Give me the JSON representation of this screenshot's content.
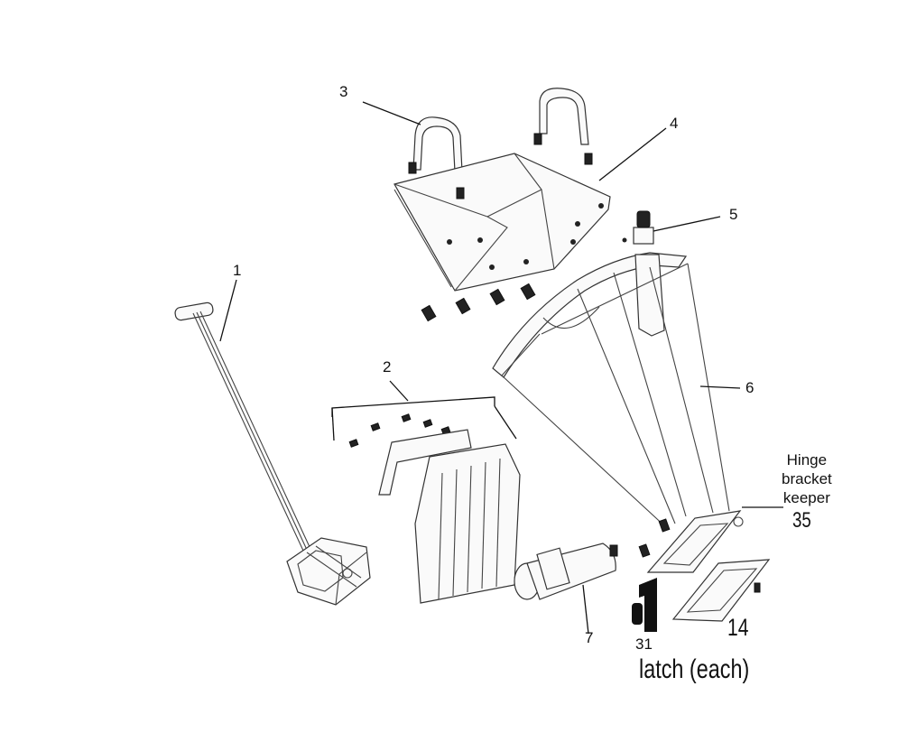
{
  "diagram": {
    "callouts": [
      {
        "id": "1",
        "text": "1"
      },
      {
        "id": "2",
        "text": "2"
      },
      {
        "id": "3",
        "text": "3"
      },
      {
        "id": "4",
        "text": "4"
      },
      {
        "id": "5",
        "text": "5"
      },
      {
        "id": "6",
        "text": "6"
      },
      {
        "id": "7",
        "text": "7"
      },
      {
        "id": "14",
        "text": "14"
      },
      {
        "id": "31",
        "text": "31"
      },
      {
        "id": "35",
        "text": "35"
      }
    ],
    "notes": {
      "hinge_line1": "Hinge",
      "hinge_line2": "bracket",
      "hinge_line3": "keeper",
      "latch": "latch (each)"
    }
  }
}
